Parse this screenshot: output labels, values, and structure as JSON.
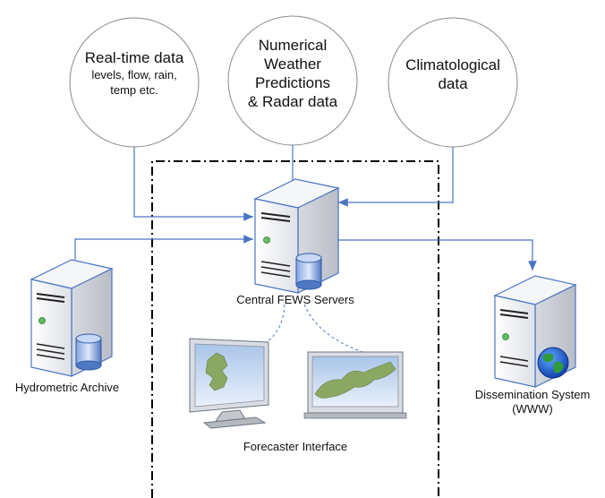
{
  "sources": {
    "realtime": {
      "title": "Real-time data",
      "lines": [
        "levels, flow, rain,",
        "temp etc."
      ]
    },
    "nwp": {
      "lines": [
        "Numerical",
        "Weather",
        "Predictions",
        "& Radar data"
      ]
    },
    "clim": {
      "lines": [
        "Climatological",
        "data"
      ]
    }
  },
  "nodes": {
    "central": "Central FEWS Servers",
    "archive": "Hydrometric Archive",
    "dissemination": [
      "Dissemination System",
      "(WWW)"
    ],
    "forecaster": "Forecaster Interface"
  },
  "colors": {
    "arrow": "#4a74c4",
    "server_body": "#eef0f4",
    "server_side": "#c9ccd3",
    "cylinder": "#5d86cf",
    "boundary": "#000000"
  },
  "icons": [
    "server-icon",
    "database-icon",
    "globe-icon",
    "monitor-icon"
  ]
}
